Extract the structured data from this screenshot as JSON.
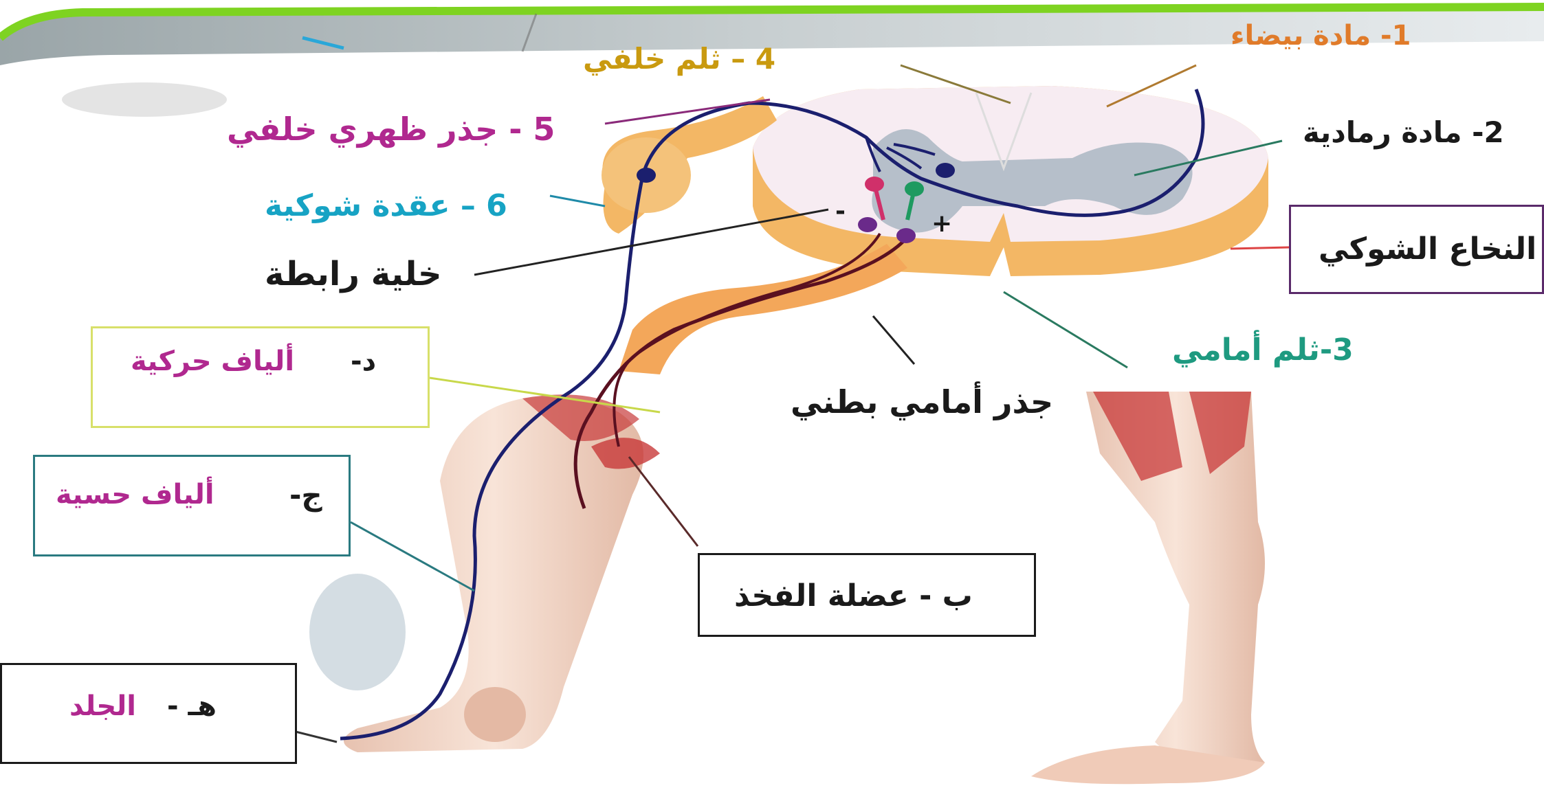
{
  "labels": {
    "white_matter": "1- مادة بيضاء",
    "grey_matter": "2- مادة رمادية",
    "anterior_fissure": "3-ثلم أمامي",
    "posterior_sulcus": "4 – ثلم خلفي",
    "dorsal_root": "5 - جذر ظهري خلفي",
    "spinal_ganglion": "6 – عقدة شوكية",
    "interneuron": "خلية رابطة",
    "ventral_root": "جذر أمامي بطني",
    "spinal_cord": "النخاع الشوكي",
    "motor_fibers_letter": "د-",
    "motor_fibers": "ألياف حركية",
    "sensory_fibers_letter": "ج-",
    "sensory_fibers": "ألياف حسية",
    "thigh_muscle": "ب - عضلة الفخذ",
    "skin_letter": "هـ -",
    "skin": "الجلد",
    "synapse_minus": "-",
    "synapse_plus": "+"
  },
  "colors": {
    "white_matter": "#e07b2a",
    "grey_matter": "#1a1a1a",
    "anterior_fissure": "#1e9a80",
    "posterior_sulcus": "#c99a10",
    "dorsal_root": "#b0288f",
    "spinal_ganglion": "#17a3c4",
    "motor_fibers": "#b0288f",
    "sensory_fibers": "#b0288f",
    "skin": "#b0288f",
    "sensory_neuron": "#1b1f6e",
    "motor_neuron": "#5a1020",
    "bone_tissue": "#f6d9c9",
    "muscle": "#c83a3a",
    "spinal_cord_outer": "#f3b765",
    "banner": "#7ed321"
  }
}
